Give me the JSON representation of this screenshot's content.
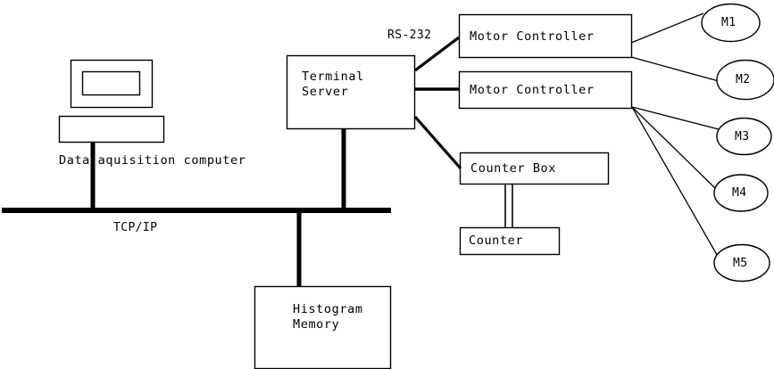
{
  "diagram": {
    "title": "Data acquisition system block diagram",
    "type": "block-diagram",
    "stroke_color": "#000000",
    "background_color": "#ffffff",
    "thin_stroke_width": 1,
    "thick_stroke_width": 5,
    "nodes": {
      "computer": {
        "label": "Data aquisition computer",
        "shape": "monitor-and-base"
      },
      "terminal_server": {
        "line1": "Terminal",
        "line2": "Server"
      },
      "motor_controller_1": {
        "label": "Motor Controller"
      },
      "motor_controller_2": {
        "label": "Motor Controller"
      },
      "counter_box": {
        "label": "Counter Box"
      },
      "counter": {
        "label": "Counter"
      },
      "histogram_memory": {
        "line1": "Histogram",
        "line2": "Memory"
      },
      "motors": [
        {
          "label": "M1"
        },
        {
          "label": "M2"
        },
        {
          "label": "M3"
        },
        {
          "label": "M4"
        },
        {
          "label": "M5"
        }
      ]
    },
    "link_labels": {
      "bus": "TCP/IP",
      "serial": "RS-232"
    }
  }
}
